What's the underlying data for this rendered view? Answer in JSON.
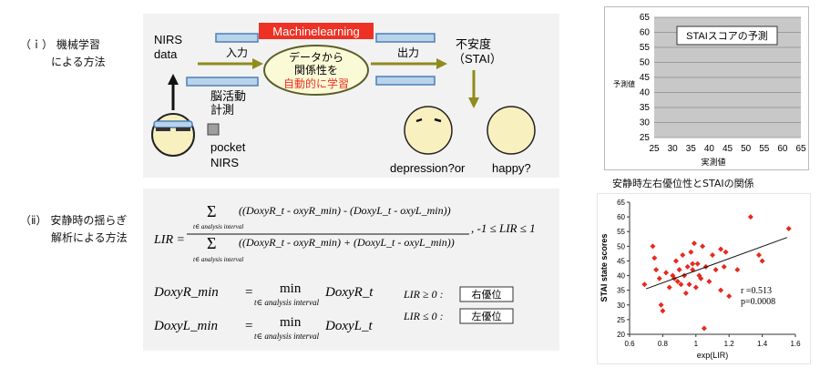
{
  "section1": {
    "num": "（ｉ）",
    "line1": "機械学習",
    "line2": "による方法"
  },
  "section2": {
    "num": "（ⅱ）",
    "line1": "安静時の揺らぎ",
    "line2": "解析による方法"
  },
  "diagram1": {
    "nirs_line1": "NIRS",
    "nirs_line2": "data",
    "banner": "Machinelearning",
    "input": "入力",
    "output": "出力",
    "center_line1": "データから",
    "center_line2": "関係性を",
    "center_line3": "自動的に学習",
    "anxiety_line1": "不安度",
    "anxiety_line2": "（STAI）",
    "brain_line1": "脳活動",
    "brain_line2": "計測",
    "pocket_line1": "pocket",
    "pocket_line2": "NIRS",
    "depression": "depression?or",
    "happy": "happy?"
  },
  "formula": {
    "lhs": "LIR",
    "numerator": "((DoxyR_t - oxyR_min) - (DoxyL_t - oxyL_min))",
    "denominator": "((DoxyR_t - oxyR_min) + (DoxyL_t - oxyL_min))",
    "sum_under": "t∈ analysis interval",
    "range": ", -1 ≤ LIR ≤ 1",
    "min_r_lhs": "DoxyR_min",
    "min_l_lhs": "DoxyL_min",
    "min_word": "min",
    "min_under": "t∈ analysis interval",
    "min_r_rhs": "DoxyR_t",
    "min_l_rhs": "DoxyL_t",
    "cond_right": "LIR ≥ 0 :",
    "cond_left": "LIR ≤ 0 :",
    "badge_right": "右優位",
    "badge_left": "左優位"
  },
  "chart_data": [
    {
      "type": "scatter",
      "title": "STAIスコアの予測",
      "xlabel": "実測値",
      "ylabel": "予測値",
      "xlim": [
        25,
        65
      ],
      "ylim": [
        25,
        65
      ],
      "xticks": [
        25,
        30,
        35,
        40,
        45,
        50,
        55,
        60,
        65
      ],
      "yticks": [
        25,
        30,
        35,
        40,
        45,
        50,
        55,
        60,
        65
      ],
      "grid": true,
      "points": []
    },
    {
      "type": "scatter",
      "title": "安静時左右優位性とSTAIの関係",
      "xlabel": "exp(LIR)",
      "ylabel": "STAI state scores",
      "xlim": [
        0.6,
        1.6
      ],
      "ylim": [
        20,
        65
      ],
      "xticks": [
        0.6,
        0.8,
        1,
        1.2,
        1.4,
        1.6
      ],
      "yticks": [
        20,
        25,
        30,
        35,
        40,
        45,
        50,
        55,
        60,
        65
      ],
      "annotation_r": "r =0.513",
      "annotation_p": "p=0.0008",
      "marker_color": "#e8281e",
      "trend": {
        "x": [
          0.7,
          1.55
        ],
        "y": [
          35.5,
          53
        ]
      },
      "points": [
        {
          "x": 0.69,
          "y": 37
        },
        {
          "x": 0.74,
          "y": 50
        },
        {
          "x": 0.75,
          "y": 46
        },
        {
          "x": 0.76,
          "y": 42
        },
        {
          "x": 0.78,
          "y": 39
        },
        {
          "x": 0.79,
          "y": 30
        },
        {
          "x": 0.8,
          "y": 28
        },
        {
          "x": 0.82,
          "y": 41
        },
        {
          "x": 0.84,
          "y": 36
        },
        {
          "x": 0.86,
          "y": 40
        },
        {
          "x": 0.87,
          "y": 39
        },
        {
          "x": 0.88,
          "y": 45
        },
        {
          "x": 0.89,
          "y": 38
        },
        {
          "x": 0.9,
          "y": 42
        },
        {
          "x": 0.91,
          "y": 37
        },
        {
          "x": 0.92,
          "y": 47
        },
        {
          "x": 0.93,
          "y": 40
        },
        {
          "x": 0.94,
          "y": 34
        },
        {
          "x": 0.95,
          "y": 43
        },
        {
          "x": 0.96,
          "y": 37
        },
        {
          "x": 0.97,
          "y": 48
        },
        {
          "x": 0.98,
          "y": 42
        },
        {
          "x": 0.99,
          "y": 51
        },
        {
          "x": 1.0,
          "y": 36
        },
        {
          "x": 1.01,
          "y": 44
        },
        {
          "x": 1.02,
          "y": 40
        },
        {
          "x": 1.03,
          "y": 39
        },
        {
          "x": 1.04,
          "y": 50
        },
        {
          "x": 1.05,
          "y": 22
        },
        {
          "x": 1.06,
          "y": 43
        },
        {
          "x": 1.08,
          "y": 38
        },
        {
          "x": 1.1,
          "y": 47
        },
        {
          "x": 1.12,
          "y": 42
        },
        {
          "x": 1.15,
          "y": 49
        },
        {
          "x": 1.17,
          "y": 43
        },
        {
          "x": 1.18,
          "y": 48
        },
        {
          "x": 1.2,
          "y": 33
        },
        {
          "x": 1.25,
          "y": 42
        },
        {
          "x": 1.33,
          "y": 60
        },
        {
          "x": 1.38,
          "y": 47
        },
        {
          "x": 1.4,
          "y": 45
        },
        {
          "x": 1.56,
          "y": 56
        },
        {
          "x": 1.15,
          "y": 35
        },
        {
          "x": 0.98,
          "y": 44
        }
      ]
    }
  ]
}
